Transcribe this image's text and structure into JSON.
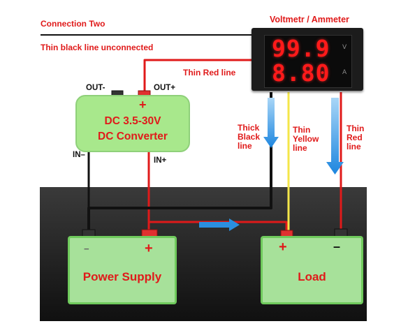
{
  "labels": {
    "connection_two": "Connection Two",
    "thin_black_unconnected": "Thin black line unconnected",
    "thin_red_line": "Thin Red line",
    "meter_title": "Voltmetr / Ammeter",
    "out_minus": "OUT-",
    "out_plus": "OUT+",
    "in_minus": "IN–",
    "in_plus": "IN+",
    "thick_black": [
      "Thick",
      "Black",
      "line"
    ],
    "thin_yellow": [
      "Thin",
      "Yellow",
      "line"
    ],
    "thin_red_right": [
      "Thin",
      "Red",
      "line"
    ]
  },
  "meter": {
    "voltage": "99.9",
    "current": "8.80",
    "voltage_unit": "V",
    "current_unit": "A"
  },
  "converter": {
    "line1": "DC 3.5-30V",
    "line2": "DC Converter",
    "plus_sign": "+"
  },
  "power_supply": {
    "name": "Power Supply",
    "plus_sign": "+",
    "minus_sign": "−"
  },
  "load": {
    "name": "Load",
    "plus_sign": "+",
    "minus_sign": "–"
  },
  "colors": {
    "red_wire": "#e01a1a",
    "black_wire": "#111111",
    "yellow_wire": "#f4e64a",
    "arrow_blue": "#2a8fe0",
    "box_green": "#a7e19a"
  }
}
